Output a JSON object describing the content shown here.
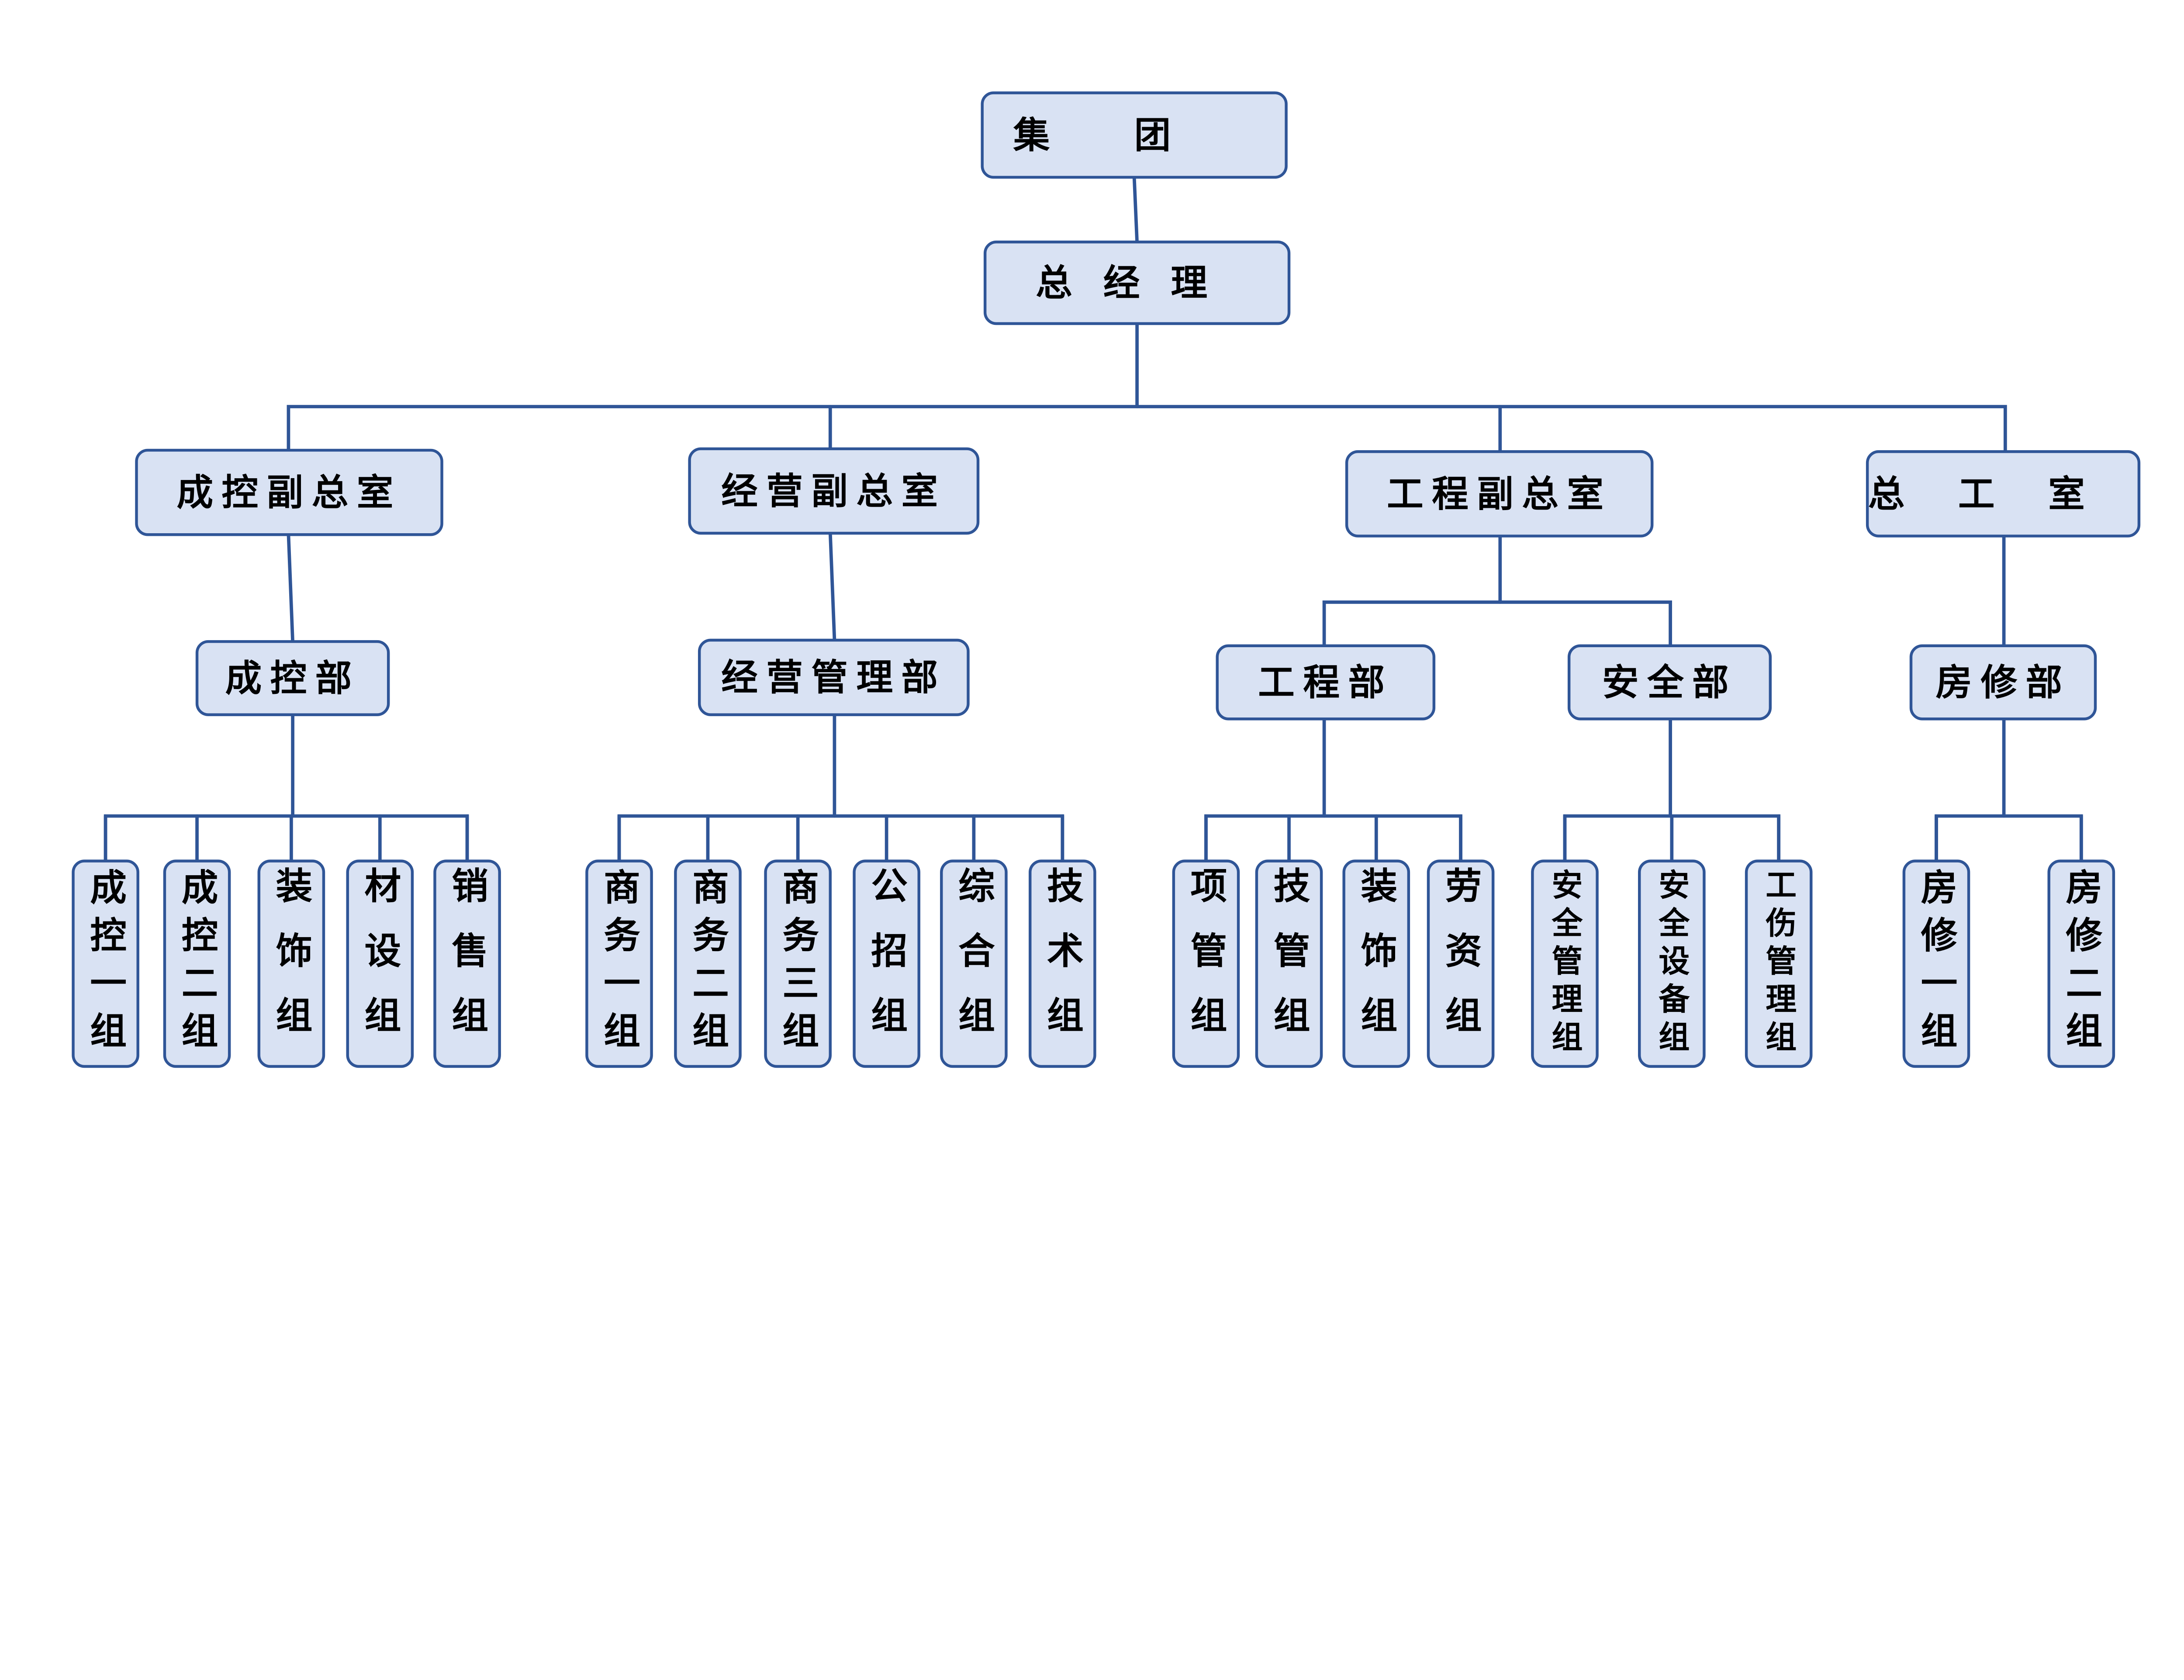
{
  "colors": {
    "box_fill": "#d9e2f3",
    "stroke": "#2f5597",
    "text": "#000000"
  },
  "root": "集团",
  "general_manager": "总经理",
  "deputies": [
    {
      "label": "成控副总室",
      "departments": [
        {
          "label": "成控部",
          "groups": [
            "成控一组",
            "成控二组",
            "装饰组",
            "材设组",
            "销售组"
          ]
        }
      ]
    },
    {
      "label": "经营副总室",
      "departments": [
        {
          "label": "经营管理部",
          "groups": [
            "商务一组",
            "商务二组",
            "商务三组",
            "公招组",
            "综合组",
            "技术组"
          ]
        }
      ]
    },
    {
      "label": "工程副总室",
      "departments": [
        {
          "label": "工程部",
          "groups": [
            "项管组",
            "技管组",
            "装饰组",
            "劳资组"
          ]
        },
        {
          "label": "安全部",
          "groups": [
            "安全管理组",
            "安全设备组",
            "工伤管理组"
          ]
        }
      ]
    },
    {
      "label": "总工室",
      "departments": [
        {
          "label": "房修部",
          "groups": [
            "房修一组",
            "房修二组"
          ]
        }
      ]
    }
  ]
}
